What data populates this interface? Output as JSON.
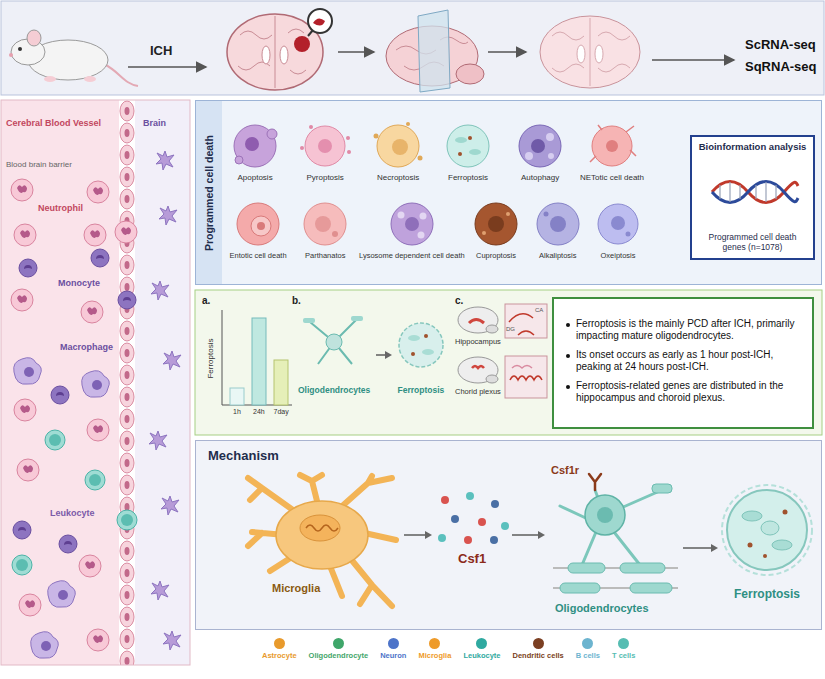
{
  "diagram": {
    "nodes": [
      {
        "text": [
          "Programmed cell death"
        ]
      },
      {
        "text": [
          "Bioinformation analysis",
          "Programmed cell death genes (n=1078)"
        ],
        "in": 0
      },
      {
        "text": [
          "Oligodendrocytes"
        ]
      },
      {
        "text": [
          "Ferroptosis"
        ]
      },
      {
        "text": [
          "Ferroptosis is the mainly PCD after ICH, primarily impacting mature oligodendrocytes.",
          "Its onset occurs as early as 1 hour post-ICH, peaking at 24 hours post-ICH.",
          "Ferroptosis-related genes are distributed in the hippocampus and choroid plexus."
        ]
      },
      {
        "text": [
          "Mechanism"
        ]
      },
      {
        "text": [
          "Microglia"
        ],
        "in": 5
      },
      {
        "text": [
          "Csf1"
        ],
        "in": 5
      },
      {
        "text": [
          "Csf1r",
          "Oligodendrocytes"
        ],
        "in": 5
      },
      {
        "text": [
          "Ferroptosis"
        ],
        "in": 5
      }
    ],
    "edges": [
      {
        "from": 2,
        "to": 3,
        "arrow": "to"
      },
      {
        "from": 6,
        "to": 7,
        "arrow": "to"
      },
      {
        "from": 7,
        "to": 8,
        "arrow": "to"
      },
      {
        "from": 8,
        "to": 9,
        "arrow": "to"
      }
    ],
    "labels": [
      "ICH",
      "ScRNA-seq",
      "SqRNA-seq",
      "Cerebral Blood Vessel",
      "Brain",
      "Blood brain barrier",
      "Neutrophil",
      "Monocyte",
      "Macrophage",
      "Leukocyte",
      "Apoptosis",
      "Pyroptosis",
      "Necroptosis",
      "Ferroptosis",
      "Autophagy",
      "NETotic cell death",
      "Entotic cell death",
      "Parthanatos",
      "Lysosome dependent cell death",
      "Cuproptosis",
      "Alkaliptosis",
      "Oxeiptosis",
      "a.",
      "Ferroptosis",
      "1h",
      "24h",
      "7day",
      "b.",
      "c.",
      "Hippocampus",
      "CA",
      "DG",
      "Chorid plexus"
    ],
    "legend": [
      {
        "text": "Astrocyte",
        "color": "#e89a2c"
      },
      {
        "text": "Oligodendrocyte",
        "color": "#3fa66a"
      },
      {
        "text": "Neuron",
        "color": "#4d74c9"
      },
      {
        "text": "Microglia",
        "color": "#ee9b2a"
      },
      {
        "text": "Leukocyte",
        "color": "#2fa9a0"
      },
      {
        "text": "Dendritic cells",
        "color": "#7b3f22"
      },
      {
        "text": "B cells",
        "color": "#6cb4cf"
      },
      {
        "text": "T cells",
        "color": "#56bdb2"
      }
    ]
  }
}
